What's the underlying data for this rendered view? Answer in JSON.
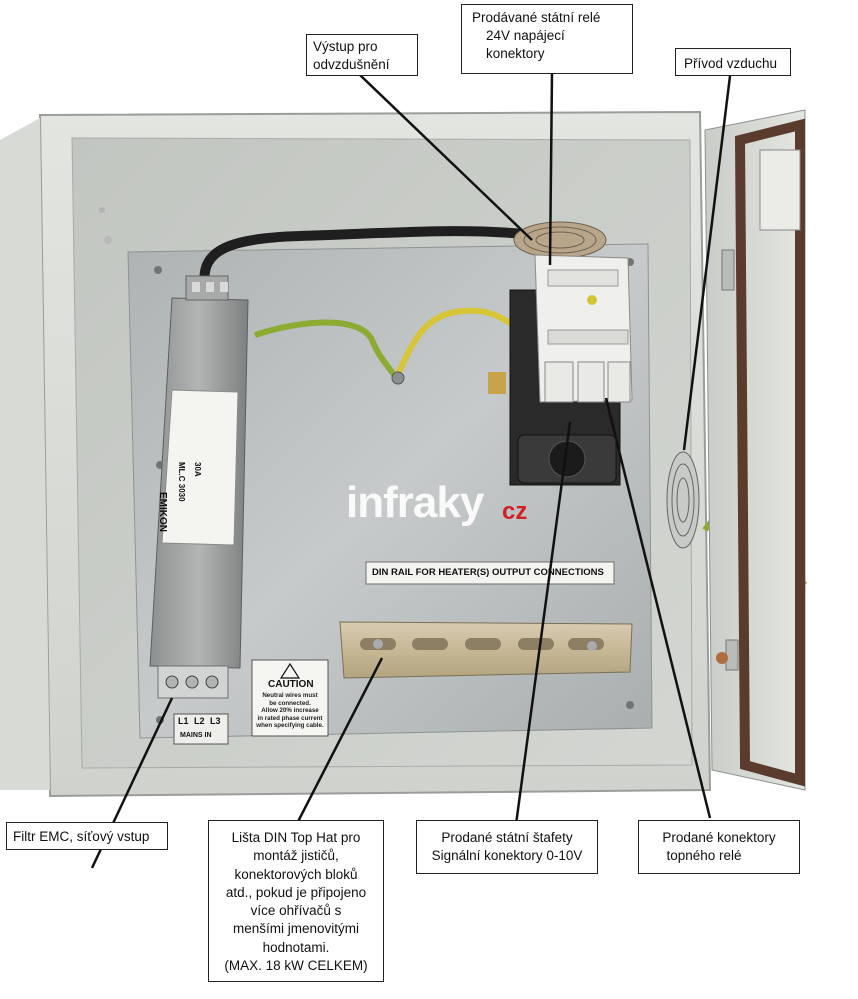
{
  "callouts": {
    "vent_outlet": [
      "Výstup pro",
      "odvzdušnění"
    ],
    "ssr_24v": [
      "Prodávané státní relé",
      "24V napájecí",
      "konektory"
    ],
    "air_inlet": [
      "Přívod vzduchu"
    ],
    "emc_filter": [
      "Filtr EMC, síťový vstup"
    ],
    "din_rail": [
      "Lišta DIN Top Hat pro",
      "montáž jističů,",
      "konektorových bloků",
      "atd., pokud je připojeno",
      "více ohřívačů s",
      "menšími jmenovitými",
      "hodnotami.",
      "(MAX. 18 kW CELKEM)"
    ],
    "ssr_signal": [
      "Prodané státní štafety",
      "Signální konektory 0-10V"
    ],
    "heater_relay": [
      "Prodané konektory",
      "topného relé"
    ]
  },
  "photo_labels": {
    "watermark_brand": "infraky",
    "watermark_tld": "cz",
    "rail_label": "DIN RAIL FOR HEATER(S) OUTPUT CONNECTIONS",
    "caution_title": "CAUTION",
    "caution_lines": [
      "Neutral wires must",
      "be connected.",
      "Allow 20% increase",
      "in rated phase current",
      "when specifying cable."
    ],
    "filter_brand": "EMIKON",
    "filter_model": "ML.C 3030",
    "filter_rating": "30A",
    "terminal_labels": [
      "L1",
      "L2",
      "L3"
    ],
    "mains_in": "MAINS IN"
  },
  "colors": {
    "enclosure": "#d9dcd7",
    "enclosure_inner": "#c4c7c2",
    "backplate": "#b7bcbd",
    "ssr_body": "#eeeeee",
    "leader": "#111111",
    "watermark_red": "#d22027",
    "earth_wire_green": "#8cab32",
    "earth_wire_yellow": "#d6c536"
  }
}
